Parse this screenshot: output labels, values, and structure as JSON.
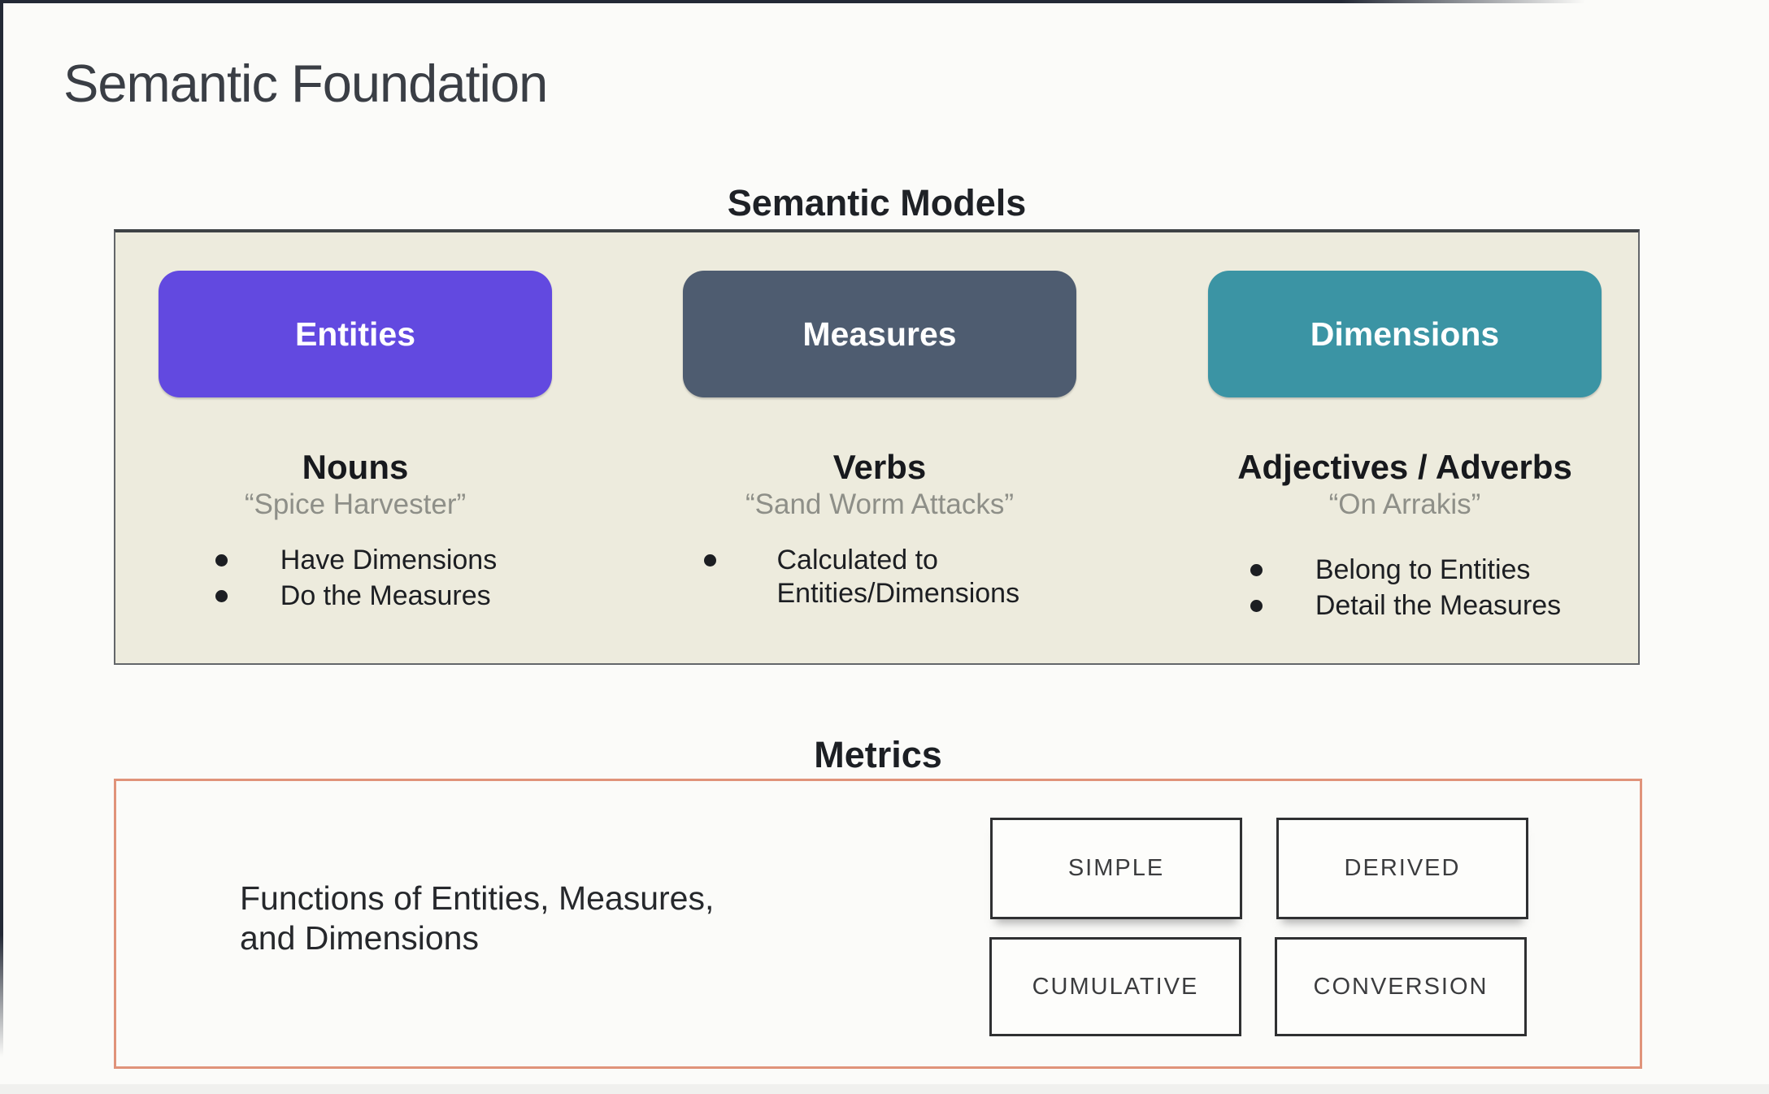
{
  "title": "Semantic Foundation",
  "semantic_models": {
    "heading": "Semantic Models",
    "panel_background": "#edebdd",
    "columns": [
      {
        "button": "Entities",
        "color": "#6249e0",
        "label": "Nouns",
        "quote": "“Spice Harvester”",
        "bullets": [
          "Have Dimensions",
          "Do the Measures"
        ]
      },
      {
        "button": "Measures",
        "color": "#4e5c70",
        "label": "Verbs",
        "quote": "“Sand Worm Attacks”",
        "bullets": [
          "Calculated to Entities/Dimensions"
        ]
      },
      {
        "button": "Dimensions",
        "color": "#3b94a4",
        "label": "Adjectives / Adverbs",
        "quote": "“On Arrakis”",
        "bullets": [
          "Belong to Entities",
          "Detail the Measures"
        ]
      }
    ]
  },
  "metrics": {
    "heading": "Metrics",
    "description": [
      "Functions of Entities, Measures,",
      "and Dimensions"
    ],
    "types": [
      "SIMPLE",
      "DERIVED",
      "CUMULATIVE",
      "CONVERSION"
    ],
    "border_color": "#e0937a"
  }
}
